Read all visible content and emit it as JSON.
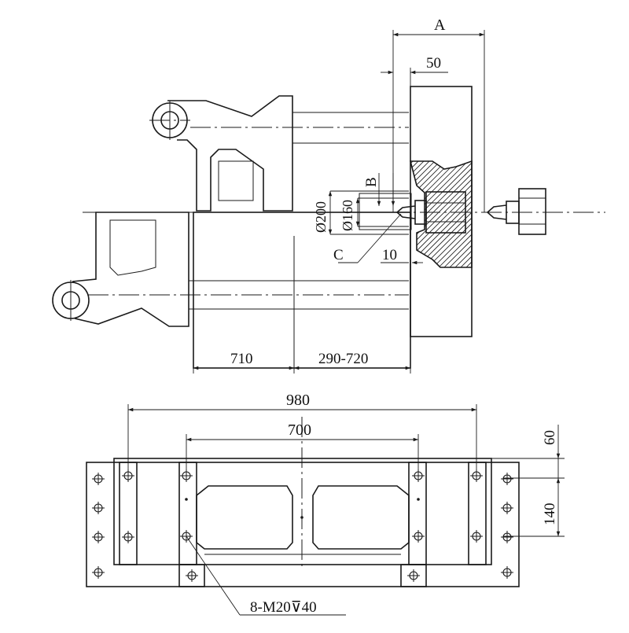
{
  "labels": {
    "A": "A",
    "B": "B",
    "C": "C"
  },
  "dimensions": {
    "dim_50": "50",
    "dim_dia200": "Ø200",
    "dim_dia160": "Ø160",
    "dim_10": "10",
    "dim_710": "710",
    "dim_290_720": "290-720",
    "dim_980": "980",
    "dim_700": "700",
    "dim_60": "60",
    "dim_140": "140",
    "thread_callout": "8-M20⊽40"
  }
}
